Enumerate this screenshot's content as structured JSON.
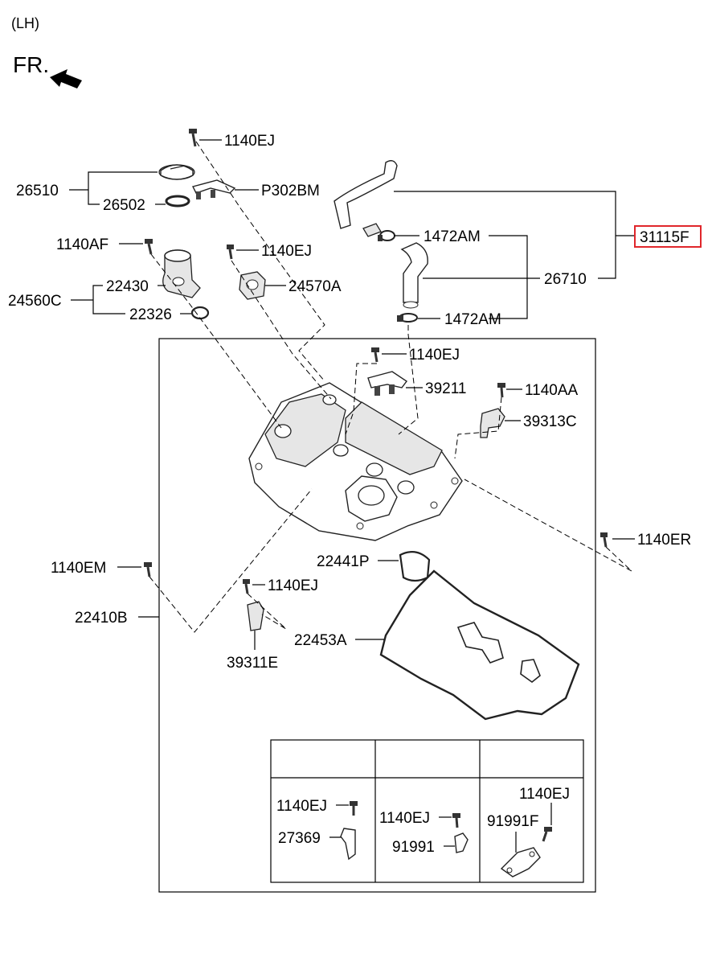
{
  "header": {
    "side_label": "(LH)",
    "front_label": "FR."
  },
  "parts": {
    "p1140EJ_top": "1140EJ",
    "p26510": "26510",
    "p26502": "26502",
    "pP302BM": "P302BM",
    "p1140AF": "1140AF",
    "p1140EJ_mid": "1140EJ",
    "p22430": "22430",
    "p24560C": "24560C",
    "p24570A": "24570A",
    "p22326": "22326",
    "p1472AM_top": "1472AM",
    "p31115F": "31115F",
    "p26710": "26710",
    "p1472AM_bot": "1472AM",
    "p1140EJ_cover": "1140EJ",
    "p39211": "39211",
    "p1140AA": "1140AA",
    "p39313C": "39313C",
    "p1140ER": "1140ER",
    "p22441P": "22441P",
    "p1140EM": "1140EM",
    "p1140EJ_low": "1140EJ",
    "p22410B": "22410B",
    "p22453A": "22453A",
    "p39311E": "39311E"
  },
  "inset": {
    "col1": {
      "bolt": "1140EJ",
      "bracket": "27369"
    },
    "col2": {
      "bolt": "1140EJ",
      "bracket": "91991"
    },
    "col3": {
      "bolt": "1140EJ",
      "bracket": "91991F"
    }
  },
  "colors": {
    "highlight": "#e0262b"
  }
}
